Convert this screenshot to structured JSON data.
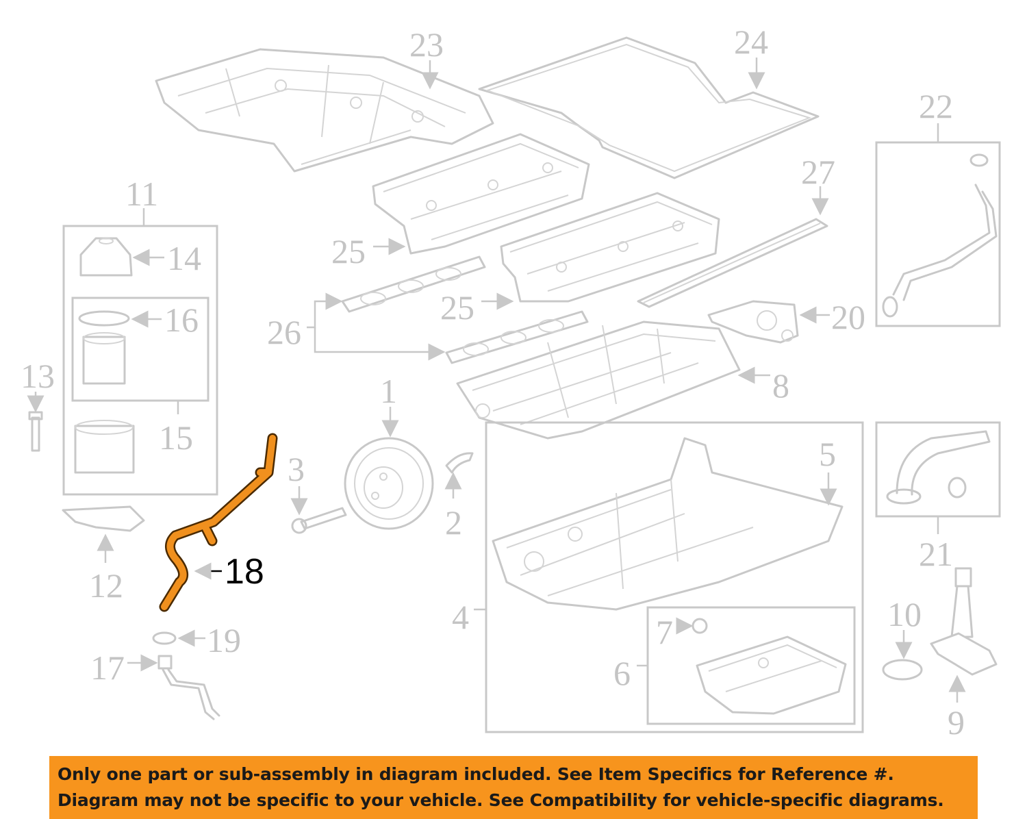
{
  "callouts": {
    "c1": "1",
    "c2": "2",
    "c3": "3",
    "c4": "4",
    "c5": "5",
    "c6": "6",
    "c7": "7",
    "c8": "8",
    "c9": "9",
    "c10": "10",
    "c11": "11",
    "c12": "12",
    "c13": "13",
    "c14": "14",
    "c15": "15",
    "c16": "16",
    "c17": "17",
    "c18": "18",
    "c19": "19",
    "c20": "20",
    "c21": "21",
    "c22": "22",
    "c23": "23",
    "c24": "24",
    "c25a": "25",
    "c25b": "25",
    "c26": "26",
    "c27": "27"
  },
  "highlight": {
    "part_number": "18",
    "color": "#f7941d"
  },
  "notice": {
    "line1": "Only one part or sub-assembly in diagram included. See Item Specifics for Reference #.",
    "line2": "Diagram may not be specific to your vehicle. See Compatibility for vehicle-specific diagrams.",
    "background": "#f7941d"
  }
}
